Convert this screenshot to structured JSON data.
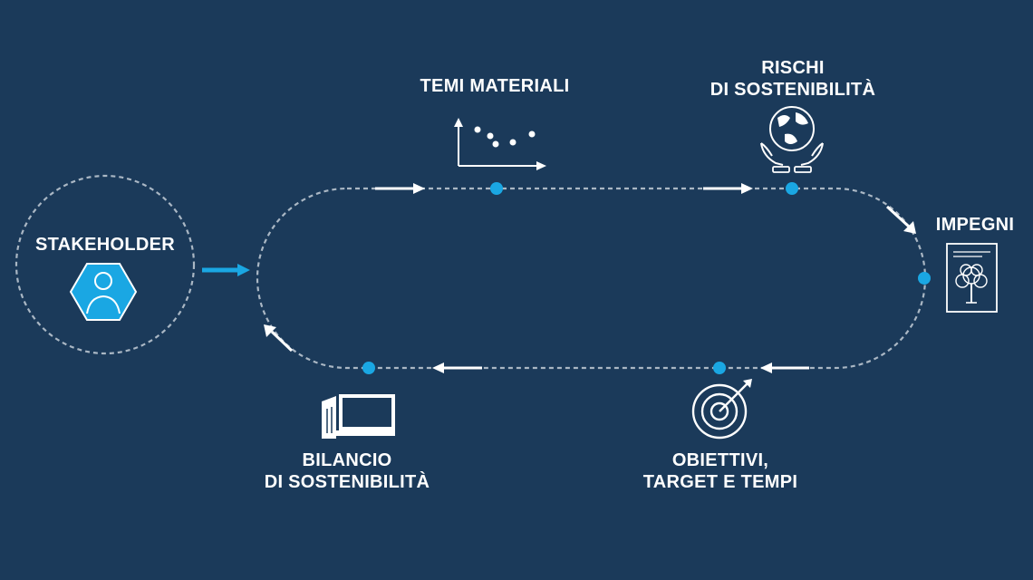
{
  "stakeholder": {
    "label": "STAKEHOLDER",
    "icon": "person-hexagon-icon"
  },
  "steps": [
    {
      "id": "temi-materiali",
      "lines": [
        "TEMI MATERIALI"
      ],
      "icon": "scatter-plot-icon"
    },
    {
      "id": "rischi",
      "lines": [
        "RISCHI",
        "DI SOSTENIBILITÀ"
      ],
      "icon": "globe-hands-icon"
    },
    {
      "id": "impegni",
      "lines": [
        "IMPEGNI"
      ],
      "icon": "tree-document-icon"
    },
    {
      "id": "obiettivi",
      "lines": [
        "OBIETTIVI,",
        "TARGET E TEMPI"
      ],
      "icon": "target-icon"
    },
    {
      "id": "bilancio",
      "lines": [
        "BILANCIO",
        "DI SOSTENIBILITÀ"
      ],
      "icon": "report-book-icon"
    }
  ],
  "colors": {
    "background": "#1b3a5a",
    "accent": "#1aa7e3",
    "line": "#aab7c4",
    "text": "#ffffff"
  }
}
